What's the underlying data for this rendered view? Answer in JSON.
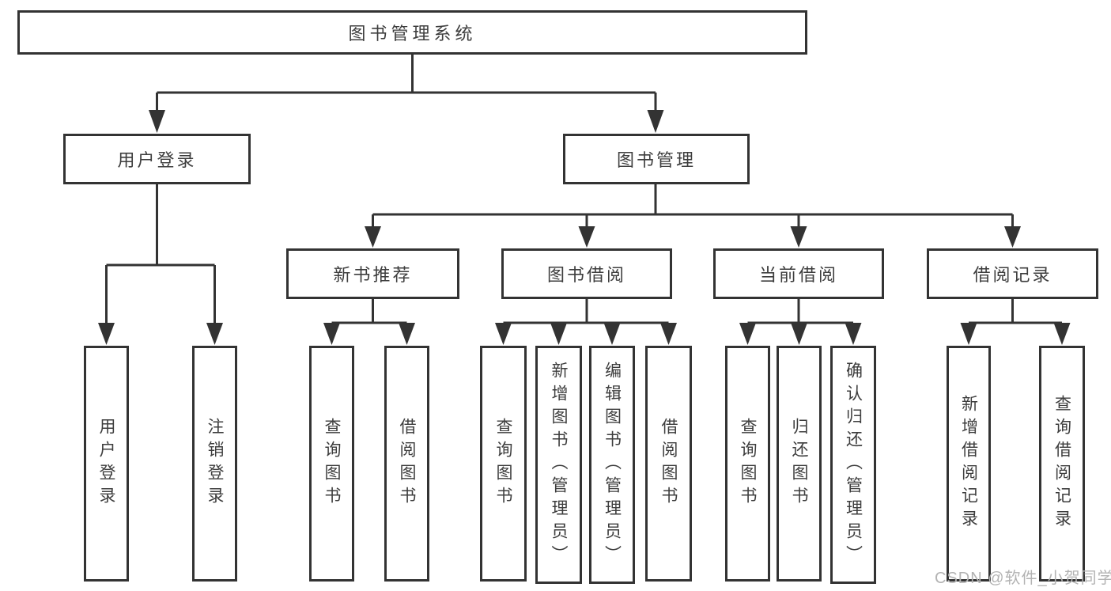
{
  "diagram": {
    "type": "hierarchy-tree",
    "title": "图书管理系统",
    "colors": {
      "line": "#333333",
      "box_border": "#333333",
      "box_background": "#ffffff",
      "text": "#3d3d3d",
      "watermark": "#b3b3b3"
    }
  },
  "nodes": {
    "root": {
      "label": "图书管理系统"
    },
    "user_login": {
      "label": "用户登录"
    },
    "book_management": {
      "label": "图书管理"
    },
    "new_book_rec": {
      "label": "新书推荐"
    },
    "book_borrowing": {
      "label": "图书借阅"
    },
    "current_borrowing": {
      "label": "当前借阅"
    },
    "borrowing_records": {
      "label": "借阅记录"
    },
    "leaf_user_login": {
      "label": "用户登录"
    },
    "leaf_logout": {
      "label": "注销登录"
    },
    "leaf_query_books_a": {
      "label": "查询图书"
    },
    "leaf_borrow_books_a": {
      "label": "借阅图书"
    },
    "leaf_query_books_b": {
      "label": "查询图书"
    },
    "leaf_add_books": {
      "label": "新增图书（管理员）"
    },
    "leaf_edit_books": {
      "label": "编辑图书（管理员）"
    },
    "leaf_borrow_books_b": {
      "label": "借阅图书"
    },
    "leaf_query_books_c": {
      "label": "查询图书"
    },
    "leaf_return_books": {
      "label": "归还图书"
    },
    "leaf_confirm_return": {
      "label": "确认归还（管理员）"
    },
    "leaf_add_record": {
      "label": "新增借阅记录"
    },
    "leaf_query_record": {
      "label": "查询借阅记录"
    }
  },
  "hierarchy": {
    "root": [
      "user_login",
      "book_management"
    ],
    "user_login": [
      "leaf_user_login",
      "leaf_logout"
    ],
    "book_management": [
      "new_book_rec",
      "book_borrowing",
      "current_borrowing",
      "borrowing_records"
    ],
    "new_book_rec": [
      "leaf_query_books_a",
      "leaf_borrow_books_a"
    ],
    "book_borrowing": [
      "leaf_query_books_b",
      "leaf_add_books",
      "leaf_edit_books",
      "leaf_borrow_books_b"
    ],
    "current_borrowing": [
      "leaf_query_books_c",
      "leaf_return_books",
      "leaf_confirm_return"
    ],
    "borrowing_records": [
      "leaf_add_record",
      "leaf_query_record"
    ]
  },
  "watermark": {
    "text": "CSDN @软件_小贺同学"
  }
}
